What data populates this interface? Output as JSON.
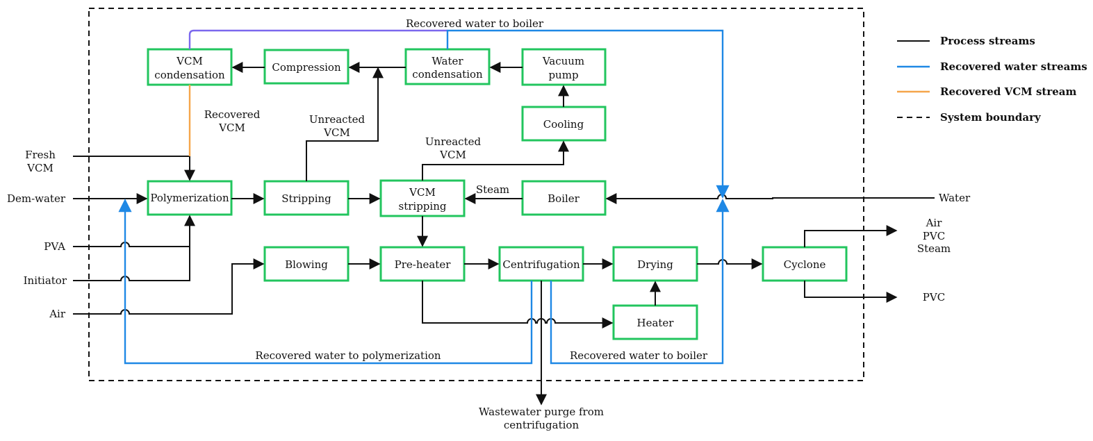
{
  "nodes": {
    "vcm_condensation": [
      "VCM",
      "condensation"
    ],
    "compression": [
      "Compression"
    ],
    "water_condensation": [
      "Water",
      "condensation"
    ],
    "vacuum_pump": [
      "Vacuum",
      "pump"
    ],
    "cooling": [
      "Cooling"
    ],
    "polymerization": [
      "Polymerization"
    ],
    "stripping": [
      "Stripping"
    ],
    "vcm_stripping": [
      "VCM",
      "stripping"
    ],
    "boiler": [
      "Boiler"
    ],
    "blowing": [
      "Blowing"
    ],
    "pre_heater": [
      "Pre-heater"
    ],
    "centrifugation": [
      "Centrifugation"
    ],
    "drying": [
      "Drying"
    ],
    "heater": [
      "Heater"
    ],
    "cyclone": [
      "Cyclone"
    ]
  },
  "inputs": {
    "fresh_vcm": [
      "Fresh",
      "VCM"
    ],
    "dem_water": "Dem-water",
    "pva": "PVA",
    "initiator": "Initiator",
    "air": "Air",
    "water": "Water"
  },
  "outputs": {
    "cyclone_top": [
      "Air",
      "PVC",
      "Steam"
    ],
    "cyclone_bottom": "PVC",
    "wastewater": [
      "Wastewater purge from",
      "centrifugation"
    ]
  },
  "stream_labels": {
    "recovered_water_top": "Recovered water to boiler",
    "recovered_vcm": [
      "Recovered",
      "VCM"
    ],
    "unreacted_vcm_1": [
      "Unreacted",
      "VCM"
    ],
    "unreacted_vcm_2": [
      "Unreacted",
      "VCM"
    ],
    "steam": "Steam",
    "recovered_water_polymerization": "Recovered water to polymerization",
    "recovered_water_boiler_bottom": "Recovered water to boiler"
  },
  "legend": [
    {
      "label": "Process streams",
      "style": "solid",
      "color": "#111111"
    },
    {
      "label": "Recovered water streams",
      "style": "solid",
      "color": "#1e88e5"
    },
    {
      "label": "Recovered VCM stream",
      "style": "solid",
      "color": "#f5a54a"
    },
    {
      "label": "System boundary",
      "style": "dashed",
      "color": "#111111"
    }
  ],
  "colors": {
    "unit_border": "#22c55e",
    "process": "#111111",
    "water": "#1e88e5",
    "vcm": "#f5a54a",
    "recycle_top": "#7b68ee"
  }
}
